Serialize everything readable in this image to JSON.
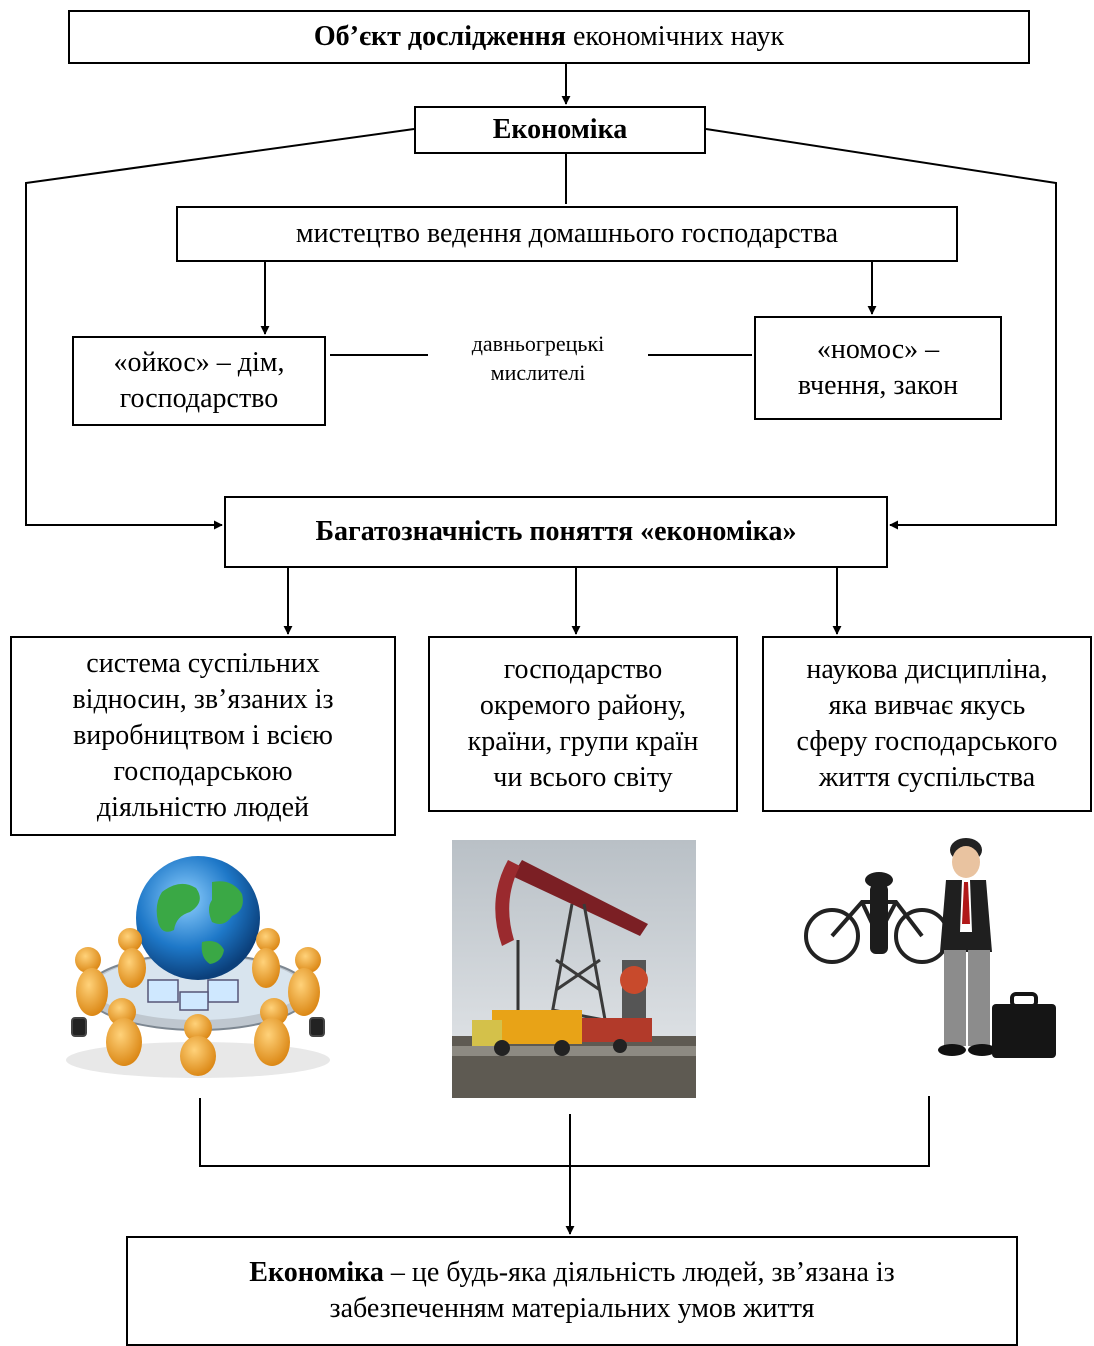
{
  "top": {
    "bold": "Об’єкт дослідження",
    "rest": " економічних наук"
  },
  "economy": "Економіка",
  "art": "мистецтво ведення домашнього господарства",
  "oikos": {
    "line1": "«ойкос» – дім,",
    "line2": "господарство"
  },
  "ancient": {
    "line1": "давньогрецькі",
    "line2": "мислителі"
  },
  "nomos": {
    "line1": "«номос» –",
    "line2": "вчення, закон"
  },
  "ambiguity": "Багатозначність поняття «економіка»",
  "meanings": [
    {
      "lines": [
        "система суспільних",
        "відносин, зв’язаних із",
        "виробництвом і всією",
        "господарською",
        "діяльністю людей"
      ]
    },
    {
      "lines": [
        "господарство",
        "окремого району,",
        "країни, групи країн",
        "чи всього світу"
      ]
    },
    {
      "lines": [
        "наукова дисципліна,",
        "яка вивчає якусь",
        "сферу господарського",
        "життя суспільства"
      ]
    }
  ],
  "conclusion": {
    "bold": "Економіка",
    "line1": " – це будь-яка діяльність людей, зв’язана із",
    "line2": "забезпеченням матеріальних умов життя"
  },
  "images": {
    "left": "globe-with-people-icon",
    "middle": "oil-pump-icon",
    "right": "businessman-icon"
  }
}
